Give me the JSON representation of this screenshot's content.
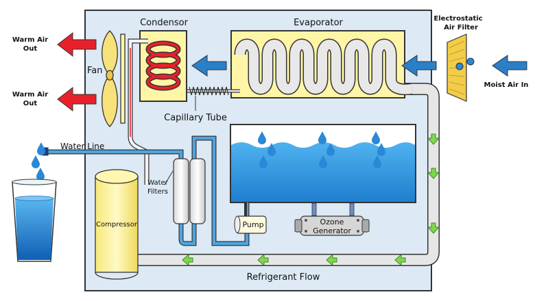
{
  "labels": {
    "condenser": "Condensor",
    "evaporator": "Evaporator",
    "filter_line1": "Electrostatic",
    "filter_line2": "Air Filter",
    "warm_air_1_line1": "Warm Air",
    "warm_air_1_line2": "Out",
    "warm_air_2_line1": "Warm Air",
    "warm_air_2_line2": "Out",
    "fan": "Fan",
    "moist_air": "Moist Air In",
    "capillary": "Capillary Tube",
    "water_line": "Water Line",
    "water_filters_line1": "Water",
    "water_filters_line2": "Filters",
    "compressor": "Compressor",
    "pump": "Pump",
    "ozone_line1": "Ozone",
    "ozone_line2": "Generator",
    "refrigerant_flow": "Refrigerant Flow"
  },
  "colors": {
    "housing": "#dde9f4",
    "housing_border": "#333333",
    "yellow": "#fff5a6",
    "coil_red": "#e8212b",
    "water_blue": "#3a9ad9",
    "pipe_blue": "#2a7fc9",
    "arrow_red": "#e8202a",
    "arrow_green": "#7fd650",
    "gray_pipe": "#e4e4e4",
    "filter_gold": "#f2cd4a"
  }
}
